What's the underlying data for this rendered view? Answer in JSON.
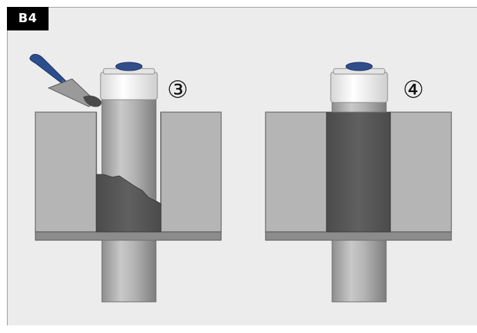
{
  "figure": {
    "badge_label": "B4",
    "steps": [
      {
        "number": "③"
      },
      {
        "number": "④"
      }
    ]
  },
  "colors": {
    "background": "#ececec",
    "wall": "#b5b5b5",
    "wall_edge": "#7a7a7a",
    "slab": "#8c8c8c",
    "pipe": "#a9a9a9",
    "mortar": "#5a5a5a",
    "cap": "#f2f2f2",
    "cap_top": "#2f4e8a",
    "trowel_handle": "#2b4f8c"
  }
}
